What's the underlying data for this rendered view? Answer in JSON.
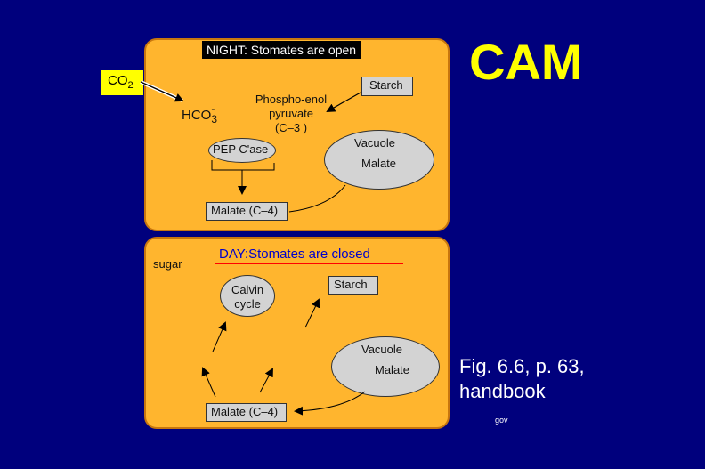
{
  "title": "CAM",
  "caption": {
    "line1": "Fig. 6.6, p. 63,",
    "line2": "handbook"
  },
  "footer": "gov",
  "colors": {
    "background": "#00007d",
    "panel": "#ffb52e",
    "title": "#ffff00",
    "cell_fill": "#d3d3d3",
    "day_title": "#0000cc",
    "underline": "#ff0000"
  },
  "night": {
    "header": "NIGHT:  Stomates are open",
    "co2": {
      "base": "CO",
      "sub": "2"
    },
    "hco3": {
      "base": "HCO",
      "sub": "3",
      "sup": "-"
    },
    "pep": {
      "line1": "Phospho-enol",
      "line2": "pyruvate",
      "line3": "(C–3 )"
    },
    "starch": "Starch",
    "pep_case": "PEP C'ase",
    "vacuole": "Vacuole",
    "malate_in_vacuole": "Malate",
    "malate_box": "Malate (C–4)"
  },
  "day": {
    "header": "DAY:Stomates are closed",
    "sugar": "sugar",
    "calvin": {
      "line1": "Calvin",
      "line2": "cycle"
    },
    "starch": "Starch",
    "vacuole": "Vacuole",
    "malate_in_vacuole": "Malate",
    "malate_box": "Malate (C–4)"
  }
}
